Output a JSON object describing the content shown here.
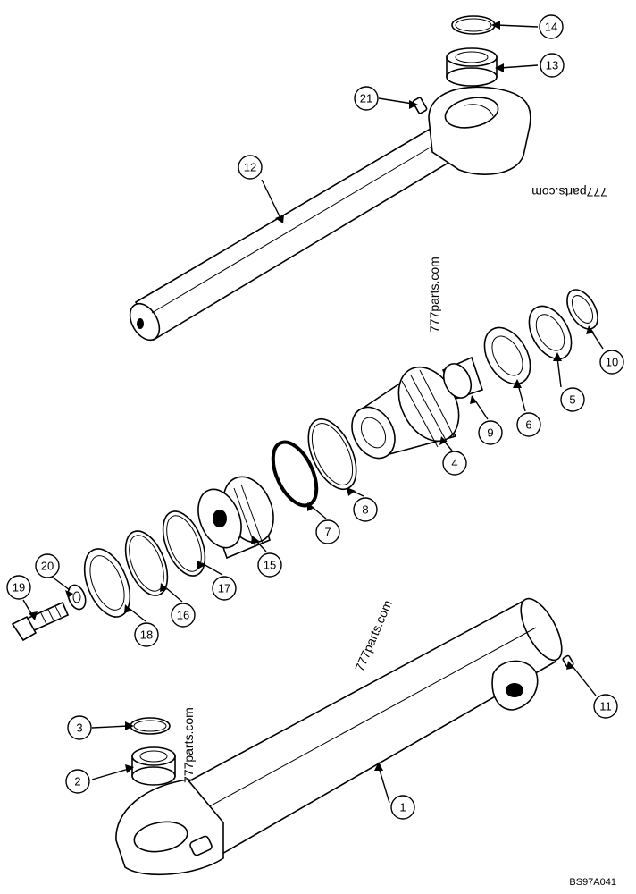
{
  "diagram_code": "BS97A041",
  "watermark_text": "777parts.com",
  "callouts": [
    {
      "id": "1",
      "label": "1"
    },
    {
      "id": "2",
      "label": "2"
    },
    {
      "id": "3",
      "label": "3"
    },
    {
      "id": "4",
      "label": "4"
    },
    {
      "id": "5",
      "label": "5"
    },
    {
      "id": "6",
      "label": "6"
    },
    {
      "id": "7",
      "label": "7"
    },
    {
      "id": "8",
      "label": "8"
    },
    {
      "id": "9",
      "label": "9"
    },
    {
      "id": "10",
      "label": "10"
    },
    {
      "id": "11",
      "label": "11"
    },
    {
      "id": "12",
      "label": "12"
    },
    {
      "id": "13",
      "label": "13"
    },
    {
      "id": "14",
      "label": "14"
    },
    {
      "id": "15",
      "label": "15"
    },
    {
      "id": "16",
      "label": "16"
    },
    {
      "id": "17",
      "label": "17"
    },
    {
      "id": "18",
      "label": "18"
    },
    {
      "id": "19",
      "label": "19"
    },
    {
      "id": "20",
      "label": "20"
    },
    {
      "id": "21",
      "label": "21"
    }
  ]
}
